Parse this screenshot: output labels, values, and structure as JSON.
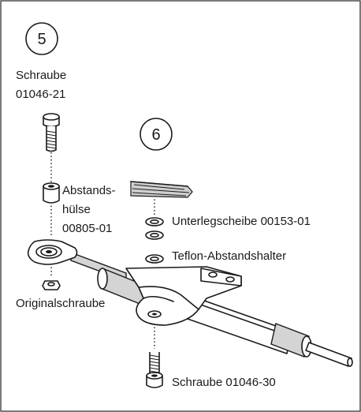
{
  "steps": {
    "step_a": "5",
    "step_b": "6"
  },
  "labels": {
    "screw_top_name": "Schraube",
    "screw_top_number": "01046-21",
    "spacer_line1": "Abstands-",
    "spacer_line2": "hülse",
    "spacer_line3": "00805-01",
    "washer": "Unterlegscheibe 00153-01",
    "teflon_spacer": "Teflon-Abstandshalter",
    "original_screw": "Originalschraube",
    "screw_bottom": "Schraube 01046-30"
  }
}
